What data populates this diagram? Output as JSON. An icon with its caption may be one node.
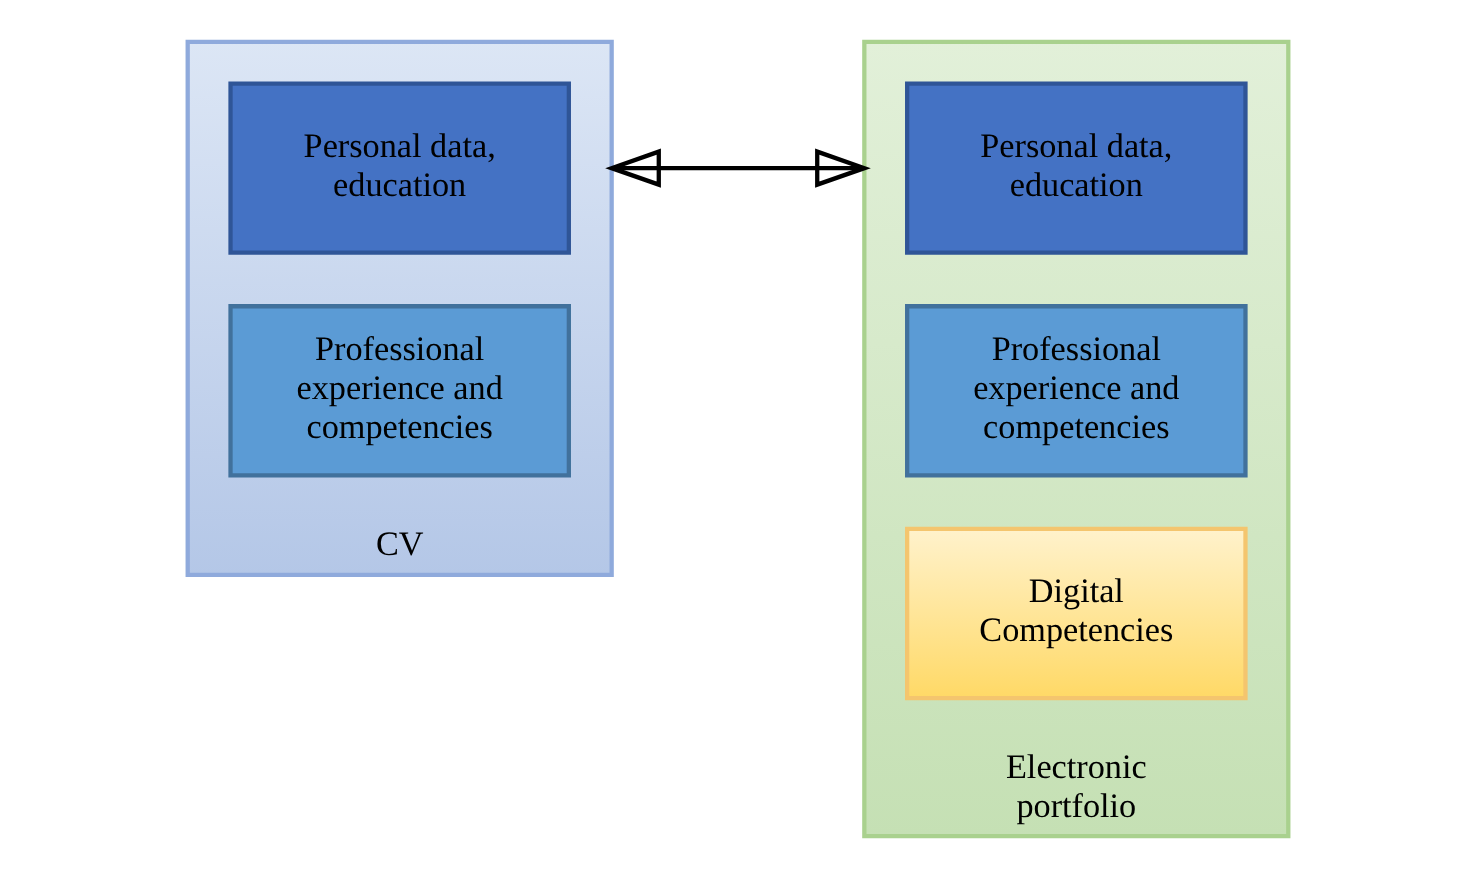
{
  "diagram": {
    "nodes": [
      {
        "text": [
          "CV"
        ]
      },
      {
        "text": [
          "Personal data, education"
        ],
        "in": 0
      },
      {
        "text": [
          "Professional experience and competencies"
        ],
        "in": 0
      },
      {
        "text": [
          "Electronic portfolio"
        ]
      },
      {
        "text": [
          "Personal data, education"
        ],
        "in": 3
      },
      {
        "text": [
          "Professional experience and competencies"
        ],
        "in": 3
      },
      {
        "text": [
          "Digital Competencies"
        ],
        "in": 3
      }
    ],
    "edges": [
      {
        "from": 0,
        "to": 3,
        "arrow": "both"
      }
    ]
  }
}
